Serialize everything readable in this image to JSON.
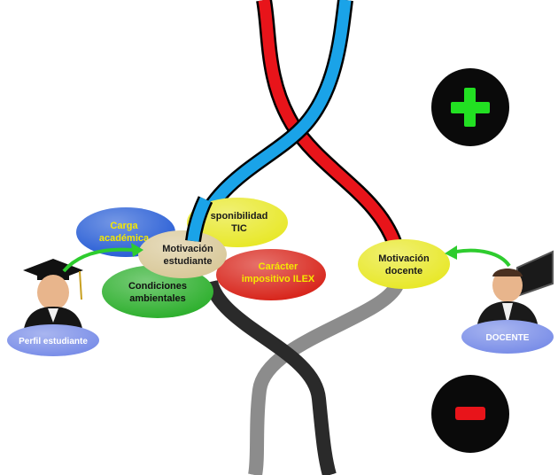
{
  "colors": {
    "strand_blue": "#1aa3e8",
    "strand_red": "#e8141a",
    "strand_black": "#2a2a2a",
    "strand_gray": "#8c8c8c",
    "plus_icon_fill": "#22e022",
    "minus_icon_fill": "#e8141a",
    "circle_background": "#0a0a0a",
    "carga_fill": "#2a5fd6",
    "disponibilidad_fill": "#e8e82a",
    "motivacion_estudiante_fill": "#d9c99a",
    "caracter_fill": "#d8261c",
    "condiciones_fill": "#2fb02f",
    "motivacion_docente_fill": "#e8e82a",
    "profile_badge_fill": "#7a8ee8",
    "arrow_green": "#2ecc2e"
  },
  "icons": {
    "plus": "plus-icon",
    "minus": "minus-icon",
    "student": "graduate-student-icon",
    "teacher": "teacher-icon"
  },
  "nodes": {
    "carga": {
      "line1": "Carga",
      "line2": "académica"
    },
    "disponibilidad": {
      "line1": "sponibilidad",
      "line2": "TIC"
    },
    "motivacion_estudiante": {
      "line1": "Motivación",
      "line2": "estudiante"
    },
    "caracter": {
      "line1": "Carácter",
      "line2": "impositivo ILEX"
    },
    "condiciones": {
      "line1": "Condiciones",
      "line2": "ambientales"
    },
    "motivacion_docente": {
      "line1": "Motivación",
      "line2": "docente"
    }
  },
  "badges": {
    "perfil_estudiante": "Perfil estudiante",
    "docente": "DOCENTE"
  }
}
